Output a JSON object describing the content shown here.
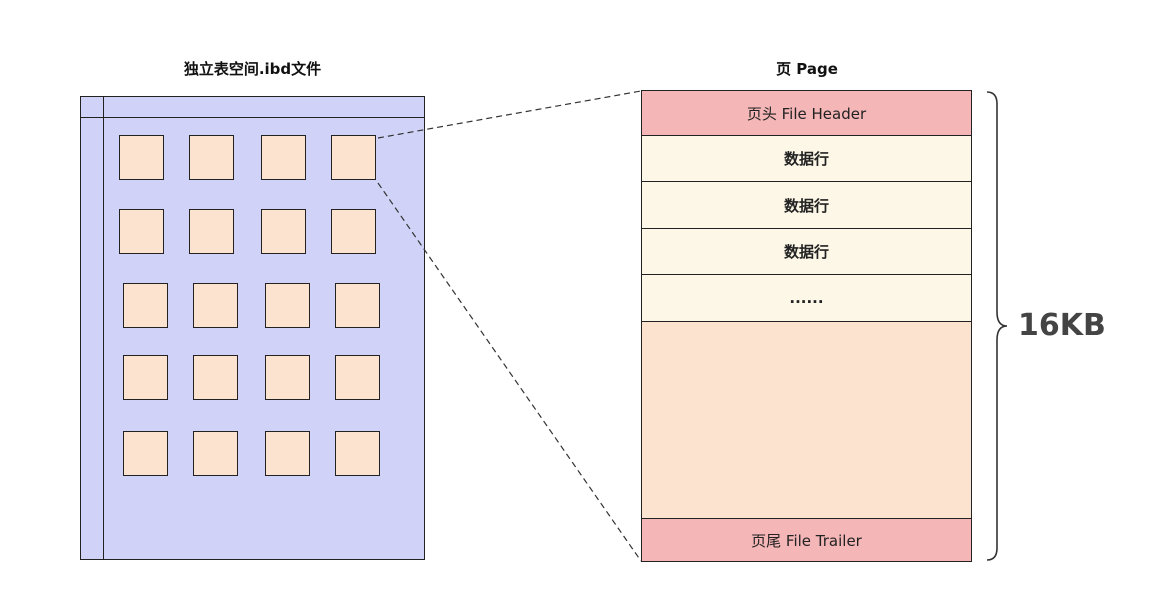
{
  "file": {
    "title": "独立表空间.ibd文件",
    "grid": {
      "rows": 5,
      "cols": 4
    }
  },
  "page": {
    "title": "页 Page",
    "header": "页头 File Header",
    "data_rows": [
      "数据行",
      "数据行",
      "数据行",
      "......"
    ],
    "trailer": "页尾 File Trailer"
  },
  "size_label": "16KB",
  "colors": {
    "file_bg": "#d0d3f7",
    "block_fill": "#fbe3cf",
    "header_fill": "#f4b6b7",
    "data_row_fill": "#fcf7e7",
    "free_space_fill": "#fbe3cf"
  }
}
